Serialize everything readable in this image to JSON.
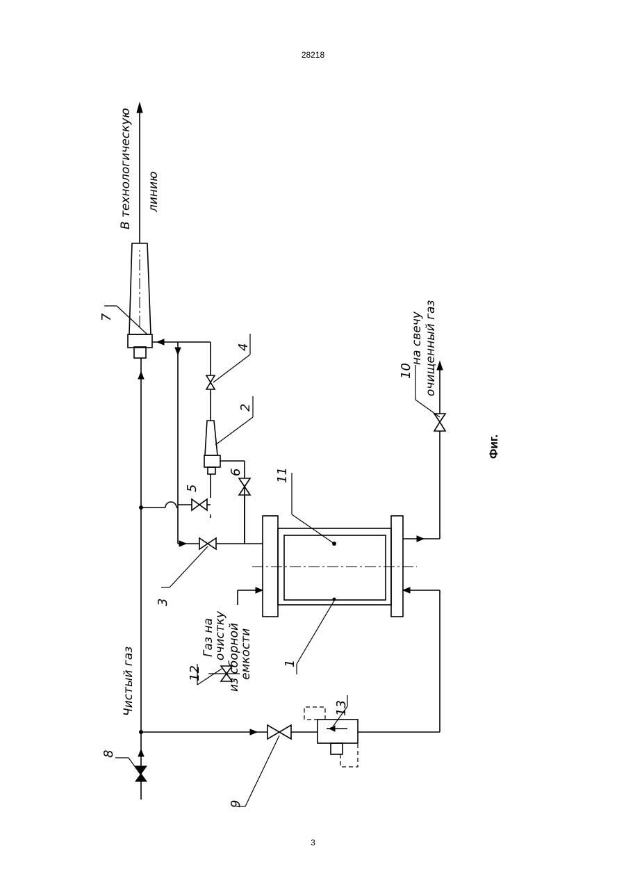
{
  "page": {
    "header_number": "28218",
    "page_number": "3"
  },
  "figure": {
    "caption": "Фиг."
  },
  "labels": {
    "to_line_1": "В технологическую",
    "to_line_2": "линию",
    "clean_gas": "Чистый газ",
    "gas_in_1": "Газ на",
    "gas_in_2": "очистку",
    "from_tank_1": "из сборной",
    "from_tank_2": "емкости",
    "candle_1": "на свечу",
    "candle_2": "очищенный газ"
  },
  "callouts": [
    "1",
    "2",
    "3",
    "4",
    "5",
    "6",
    "7",
    "8",
    "9",
    "10",
    "11",
    "12",
    "13"
  ]
}
